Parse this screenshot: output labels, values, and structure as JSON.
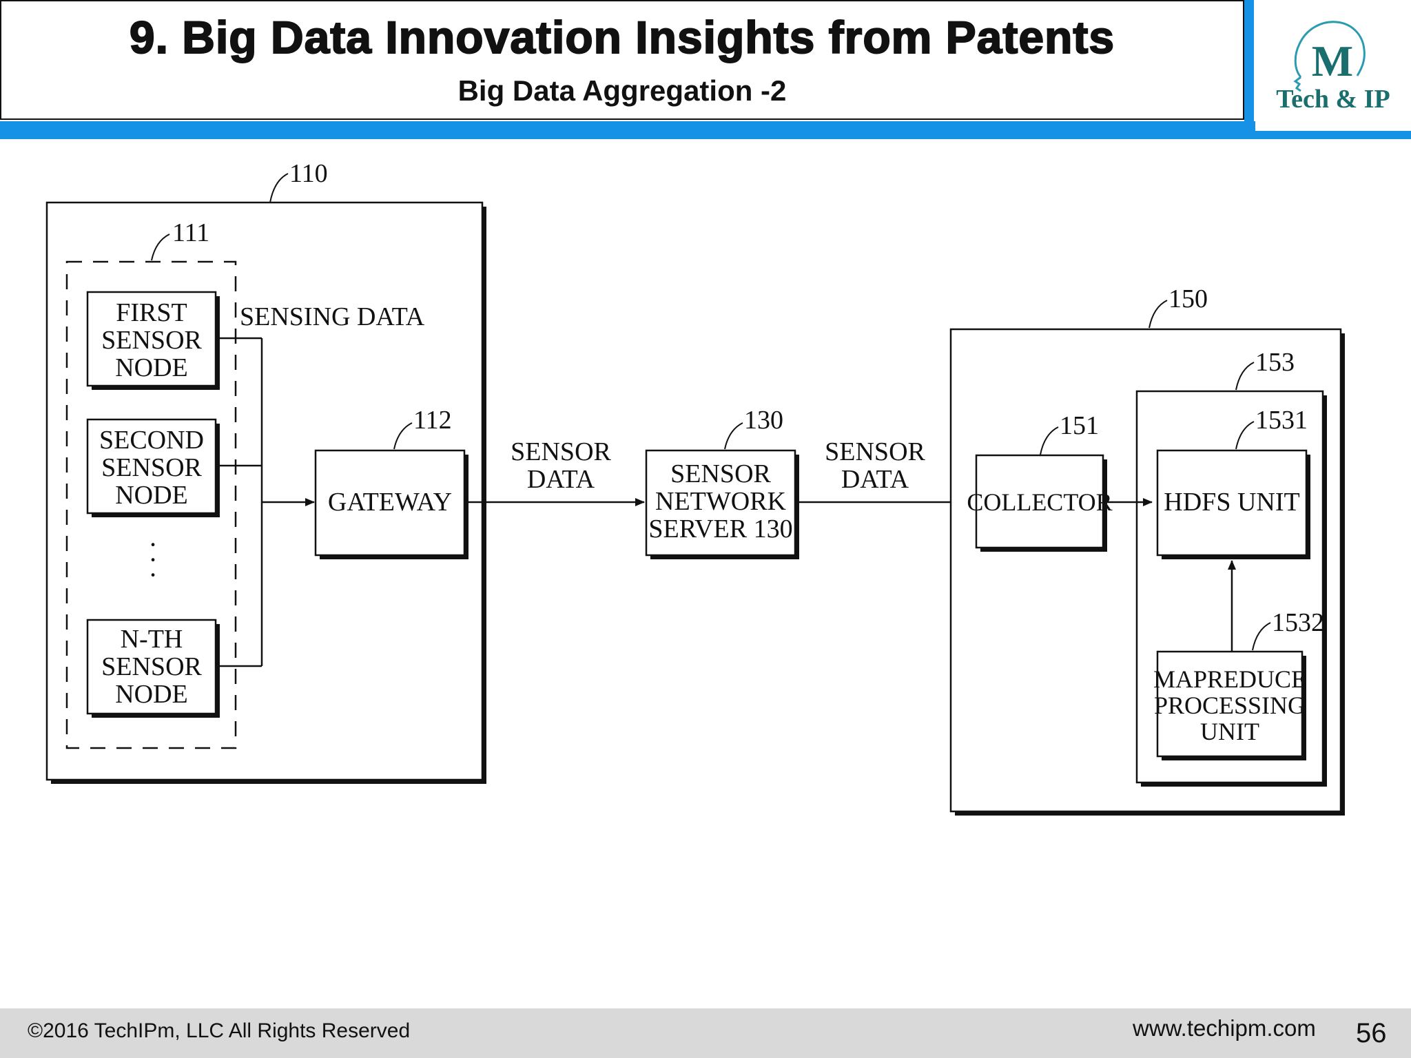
{
  "header": {
    "title": "9. Big Data Innovation Insights from Patents",
    "subtitle": "Big Data Aggregation -2"
  },
  "logo": {
    "letter": "M",
    "text": "Tech & IP",
    "icon": "head-profile-icon",
    "color": "#1b6e6e"
  },
  "diagram": {
    "refs": {
      "r110": "110",
      "r111": "111",
      "r112": "112",
      "r130": "130",
      "r150": "150",
      "r151": "151",
      "r153": "153",
      "r1531": "1531",
      "r1532": "1532"
    },
    "first_node": [
      "FIRST",
      "SENSOR",
      "NODE"
    ],
    "second_node": [
      "SECOND",
      "SENSOR",
      "NODE"
    ],
    "nth_node": [
      "N-TH",
      "SENSOR",
      "NODE"
    ],
    "ellipsis": [
      "·",
      "·",
      "·"
    ],
    "sensing_label": "SENSING DATA",
    "gateway": "GATEWAY",
    "sensor_data_1": [
      "SENSOR",
      "DATA"
    ],
    "server": [
      "SENSOR",
      "NETWORK",
      "SERVER 130"
    ],
    "sensor_data_2": [
      "SENSOR",
      "DATA"
    ],
    "collector": "COLLECTOR",
    "hdfs": "HDFS UNIT",
    "mapreduce": [
      "MAPREDUCE",
      "PROCESSING",
      "UNIT"
    ]
  },
  "footer": {
    "copyright": "©2016 TechIPm, LLC All Rights Reserved",
    "website": "www.techipm.com",
    "page": "56"
  },
  "colors": {
    "accent_bar": "#1592e6",
    "footer_bg": "#d9d9d9"
  }
}
